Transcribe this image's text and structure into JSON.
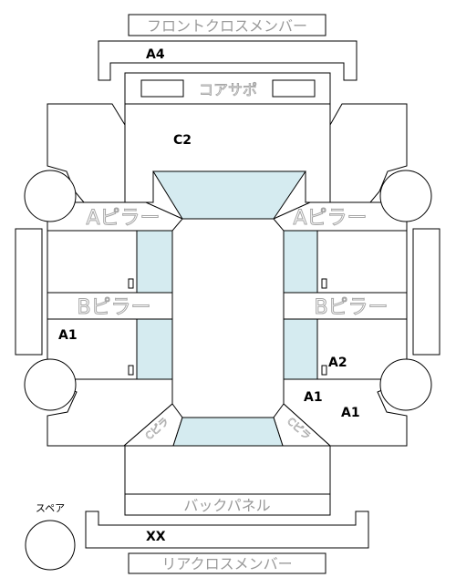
{
  "labels": {
    "front_cross_member": "フロントクロスメンバー",
    "core_support": "コアサポ",
    "a_pillar_left": "Aピラー",
    "a_pillar_right": "Aピラー",
    "b_pillar_left": "Bピラー",
    "b_pillar_right": "Bピラー",
    "c_pillar_left": "Cピラ",
    "c_pillar_right": "Cピラ",
    "back_panel": "バックパネル",
    "rear_cross_member": "リアクロスメンバー",
    "spare": "スペア"
  },
  "codes": {
    "front_cross": "A4",
    "hood": "C2",
    "left_rear_door": "A1",
    "right_rear_door": "A2",
    "right_rear_fender": "A1",
    "right_rear_tire": "A1",
    "rear_cross": "XX"
  },
  "colors": {
    "glass": "#d5ebf0",
    "outline": "#000000",
    "ghost_text_stroke": "#a6a6a6",
    "label_gray": "#9a9a9a"
  }
}
